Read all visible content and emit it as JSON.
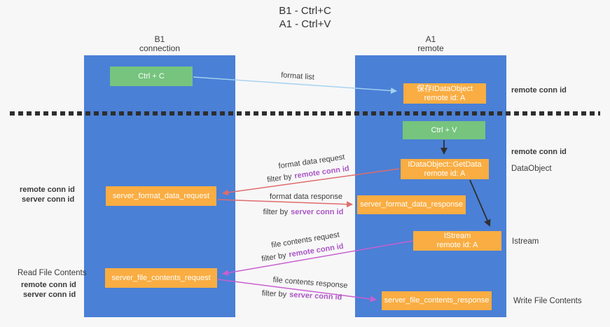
{
  "colors": {
    "column_blue": "#4a80d6",
    "box_orange": "#f9ad42",
    "box_green": "#76c47e",
    "purple": "#ab57c4",
    "green_text": "#67bf6d",
    "salmon": "#e06c6c",
    "magenta": "#c95fd0",
    "light_blue": "#a3d1f0",
    "black_arrow": "#303030",
    "background": "#f7f7f8"
  },
  "title": {
    "line1": "B1 - Ctrl+C",
    "line2": "A1 - Ctrl+V"
  },
  "columns": {
    "left": {
      "name": "B1",
      "type": "connection"
    },
    "right": {
      "name": "A1",
      "type": "remote"
    }
  },
  "nodes": {
    "ctrl_c": "Ctrl + C",
    "save_idataobject": {
      "line1": "保存IDataObject",
      "line2": "remote id: A"
    },
    "ctrl_v": "Ctrl + V",
    "getdata": {
      "line1": "IDataObject::GetData",
      "line2": "remote id: A"
    },
    "server_format_data_request": "server_format_data_request",
    "server_format_data_response": "server_format_data_response",
    "istream": {
      "line1": "IStream",
      "line2": "remote id: A"
    },
    "server_file_contents_request": "server_file_contents_request",
    "server_file_contents_response": "server_file_contents_response"
  },
  "labels": {
    "remote_conn_id": "remote conn id",
    "server_conn_id": "server conn id",
    "filter_by": "filter by",
    "format_list": "format list",
    "format_data_request": "format data request",
    "format_data_response": "format data response",
    "file_contents_request": "file contents request",
    "file_contents_response": "file contents response",
    "dataobject": "DataObject",
    "istream": "Istream",
    "read_file_contents": "Read File Contents",
    "write_file_contents": "Write File Contents"
  }
}
